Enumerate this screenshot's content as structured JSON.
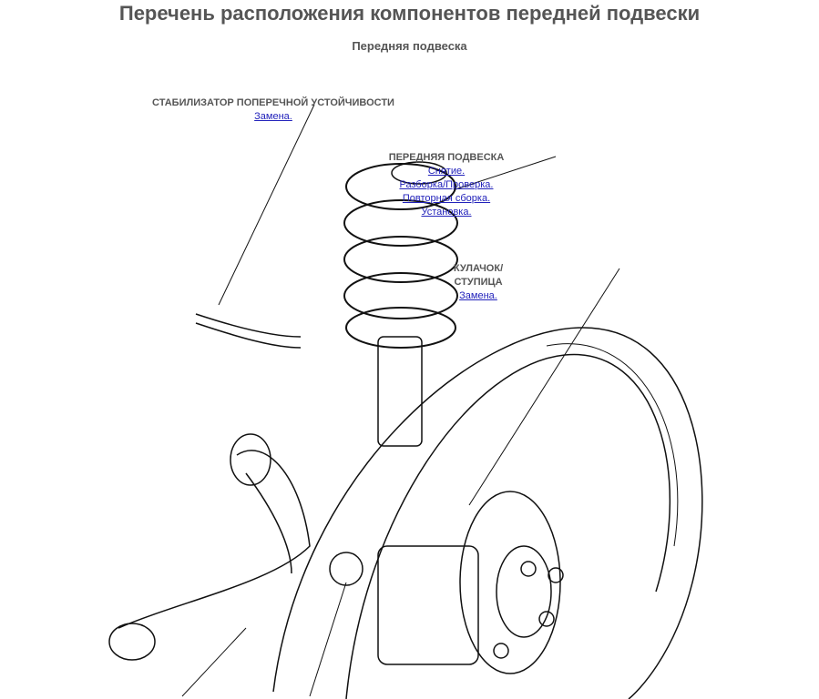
{
  "header": {
    "title": "Перечень расположения компонентов передней подвески",
    "subtitle": "Передняя подвеска"
  },
  "callouts": {
    "stabilizer": {
      "label": "СТАБИЛИЗАТОР ПОПЕРЕЧНОЙ УСТОЙЧИВОСТИ",
      "links": [
        "Замена."
      ]
    },
    "strut": {
      "label": "ПЕРЕДНЯЯ ПОДВЕСКА",
      "links": [
        "Снятие.",
        "Разборка/Проверка.",
        "Повторная сборка.",
        "Установка."
      ]
    },
    "knuckle": {
      "label_line1": "КУЛАЧОК/",
      "label_line2": "СТУПИЦА",
      "links": [
        "Замена."
      ]
    }
  }
}
